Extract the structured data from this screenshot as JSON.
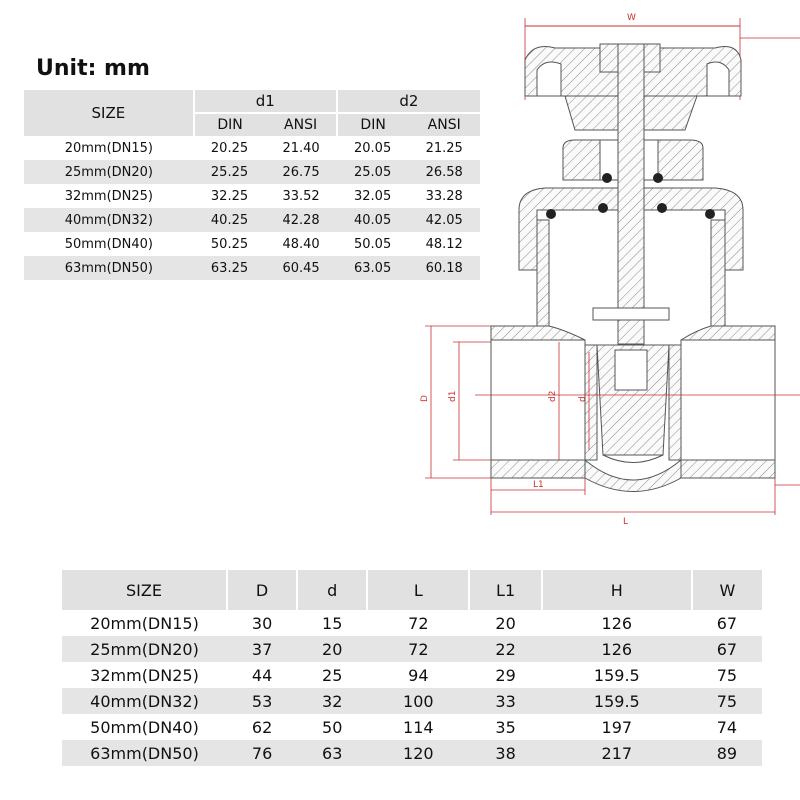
{
  "unit_label": "Unit: mm",
  "table1": {
    "header": {
      "size": "SIZE",
      "d1": "d1",
      "d2": "d2",
      "sub": [
        "DIN",
        "ANSI",
        "DIN",
        "ANSI"
      ]
    },
    "rows": [
      [
        "20mm(DN15)",
        "20.25",
        "21.40",
        "20.05",
        "21.25"
      ],
      [
        "25mm(DN20)",
        "25.25",
        "26.75",
        "25.05",
        "26.58"
      ],
      [
        "32mm(DN25)",
        "32.25",
        "33.52",
        "32.05",
        "33.28"
      ],
      [
        "40mm(DN32)",
        "40.25",
        "42.28",
        "40.05",
        "42.05"
      ],
      [
        "50mm(DN40)",
        "50.25",
        "48.40",
        "50.05",
        "48.12"
      ],
      [
        "63mm(DN50)",
        "63.25",
        "60.45",
        "63.05",
        "60.18"
      ]
    ]
  },
  "table2": {
    "header": [
      "SIZE",
      "D",
      "d",
      "L",
      "L1",
      "H",
      "W"
    ],
    "rows": [
      [
        "20mm(DN15)",
        "30",
        "15",
        "72",
        "20",
        "126",
        "67"
      ],
      [
        "25mm(DN20)",
        "37",
        "20",
        "72",
        "22",
        "126",
        "67"
      ],
      [
        "32mm(DN25)",
        "44",
        "25",
        "94",
        "29",
        "159.5",
        "75"
      ],
      [
        "40mm(DN32)",
        "53",
        "32",
        "100",
        "33",
        "159.5",
        "75"
      ],
      [
        "50mm(DN40)",
        "62",
        "50",
        "114",
        "35",
        "197",
        "74"
      ],
      [
        "63mm(DN50)",
        "76",
        "63",
        "120",
        "38",
        "217",
        "89"
      ]
    ]
  },
  "diagram": {
    "labels": {
      "W": "W",
      "D": "D",
      "d1": "d1",
      "d2": "d2",
      "d": "d",
      "L1": "L1",
      "L": "L"
    },
    "colors": {
      "dimension": "#c83030",
      "outline": "#555555",
      "hatch": "#777777"
    }
  }
}
